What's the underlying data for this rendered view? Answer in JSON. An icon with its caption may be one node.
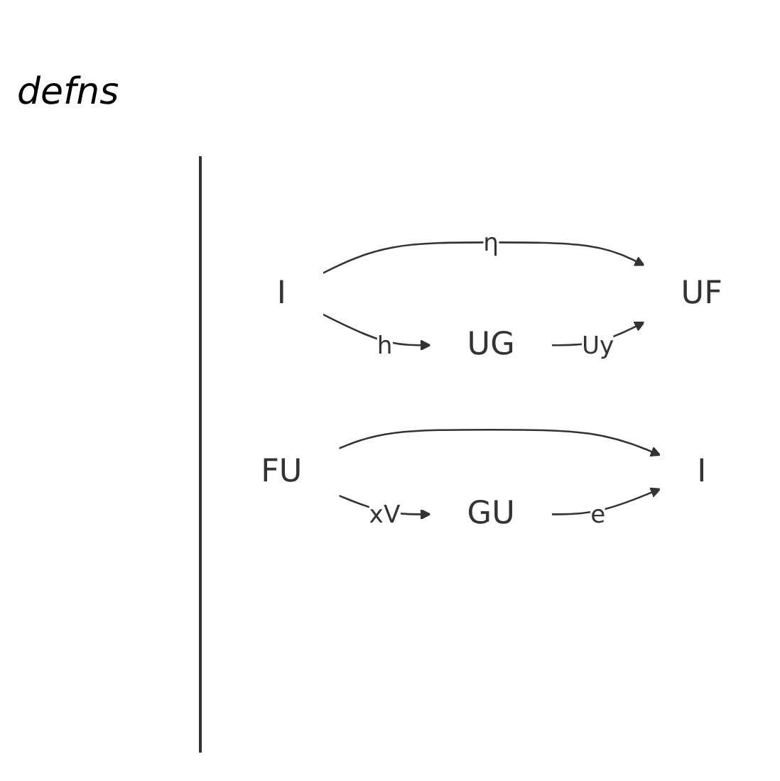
{
  "diagram": {
    "nodes": [
      {
        "text": [
          "I"
        ]
      },
      {
        "text": [
          "UF"
        ]
      },
      {
        "text": [
          "UG"
        ]
      },
      {
        "text": [
          "FU"
        ]
      },
      {
        "text": [
          "I"
        ]
      },
      {
        "text": [
          "GU"
        ]
      }
    ],
    "edges": [
      {
        "from": 0,
        "to": 1,
        "arrow": "to",
        "label": "η"
      },
      {
        "from": 0,
        "to": 2,
        "arrow": "to",
        "label": "h"
      },
      {
        "from": 2,
        "to": 1,
        "arrow": "to",
        "label": "Uy"
      },
      {
        "from": 3,
        "to": 4,
        "arrow": "to"
      },
      {
        "from": 3,
        "to": 5,
        "arrow": "to",
        "label": "xV"
      },
      {
        "from": 5,
        "to": 4,
        "arrow": "to",
        "label": "e"
      }
    ],
    "labels": [
      "defns"
    ]
  }
}
